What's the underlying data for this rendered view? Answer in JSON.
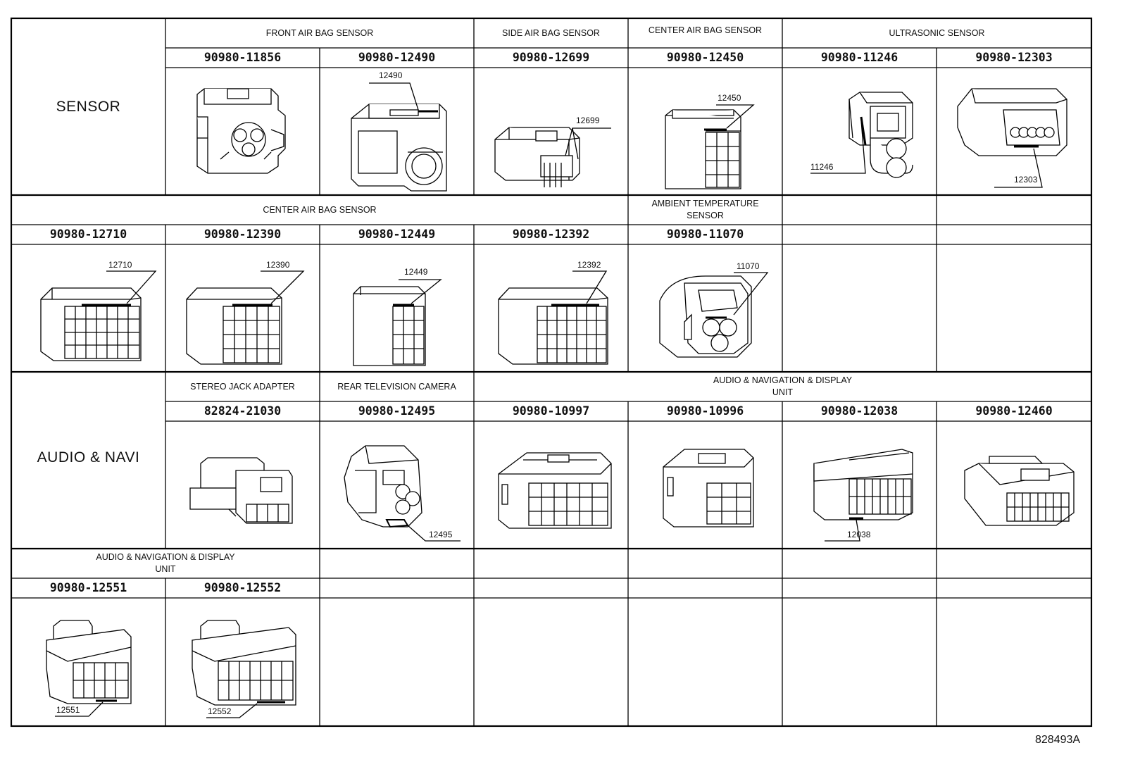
{
  "figure_ref": "828493A",
  "row1": {
    "section": "SENSOR",
    "groups": [
      "FRONT AIR BAG SENSOR",
      "SIDE AIR BAG SENSOR",
      "CENTER AIR BAG SENSOR",
      "ULTRASONIC SENSOR"
    ],
    "parts": [
      {
        "pn": "90980-11856",
        "callout": ""
      },
      {
        "pn": "90980-12490",
        "callout": "12490"
      },
      {
        "pn": "90980-12699",
        "callout": "12699"
      },
      {
        "pn": "90980-12450",
        "callout": "12450"
      },
      {
        "pn": "90980-11246",
        "callout": "11246"
      },
      {
        "pn": "90980-12303",
        "callout": "12303"
      }
    ]
  },
  "row2": {
    "groups": [
      "CENTER AIR BAG SENSOR",
      "AMBIENT TEMPERATURE\nSENSOR"
    ],
    "parts": [
      {
        "pn": "90980-12710",
        "callout": "12710"
      },
      {
        "pn": "90980-12390",
        "callout": "12390"
      },
      {
        "pn": "90980-12449",
        "callout": "12449"
      },
      {
        "pn": "90980-12392",
        "callout": "12392"
      },
      {
        "pn": "90980-11070",
        "callout": "11070"
      }
    ]
  },
  "row3": {
    "section": "AUDIO & NAVI",
    "groups": [
      "STEREO JACK ADAPTER",
      "REAR TELEVISION CAMERA",
      "AUDIO & NAVIGATION & DISPLAY\nUNIT"
    ],
    "parts": [
      {
        "pn": "82824-21030",
        "callout": ""
      },
      {
        "pn": "90980-12495",
        "callout": "12495"
      },
      {
        "pn": "90980-10997",
        "callout": ""
      },
      {
        "pn": "90980-10996",
        "callout": ""
      },
      {
        "pn": "90980-12038",
        "callout": "12038"
      },
      {
        "pn": "90980-12460",
        "callout": ""
      }
    ]
  },
  "row4": {
    "groups": [
      "AUDIO & NAVIGATION & DISPLAY\nUNIT"
    ],
    "parts": [
      {
        "pn": "90980-12551",
        "callout": "12551"
      },
      {
        "pn": "90980-12552",
        "callout": "12552"
      }
    ]
  }
}
